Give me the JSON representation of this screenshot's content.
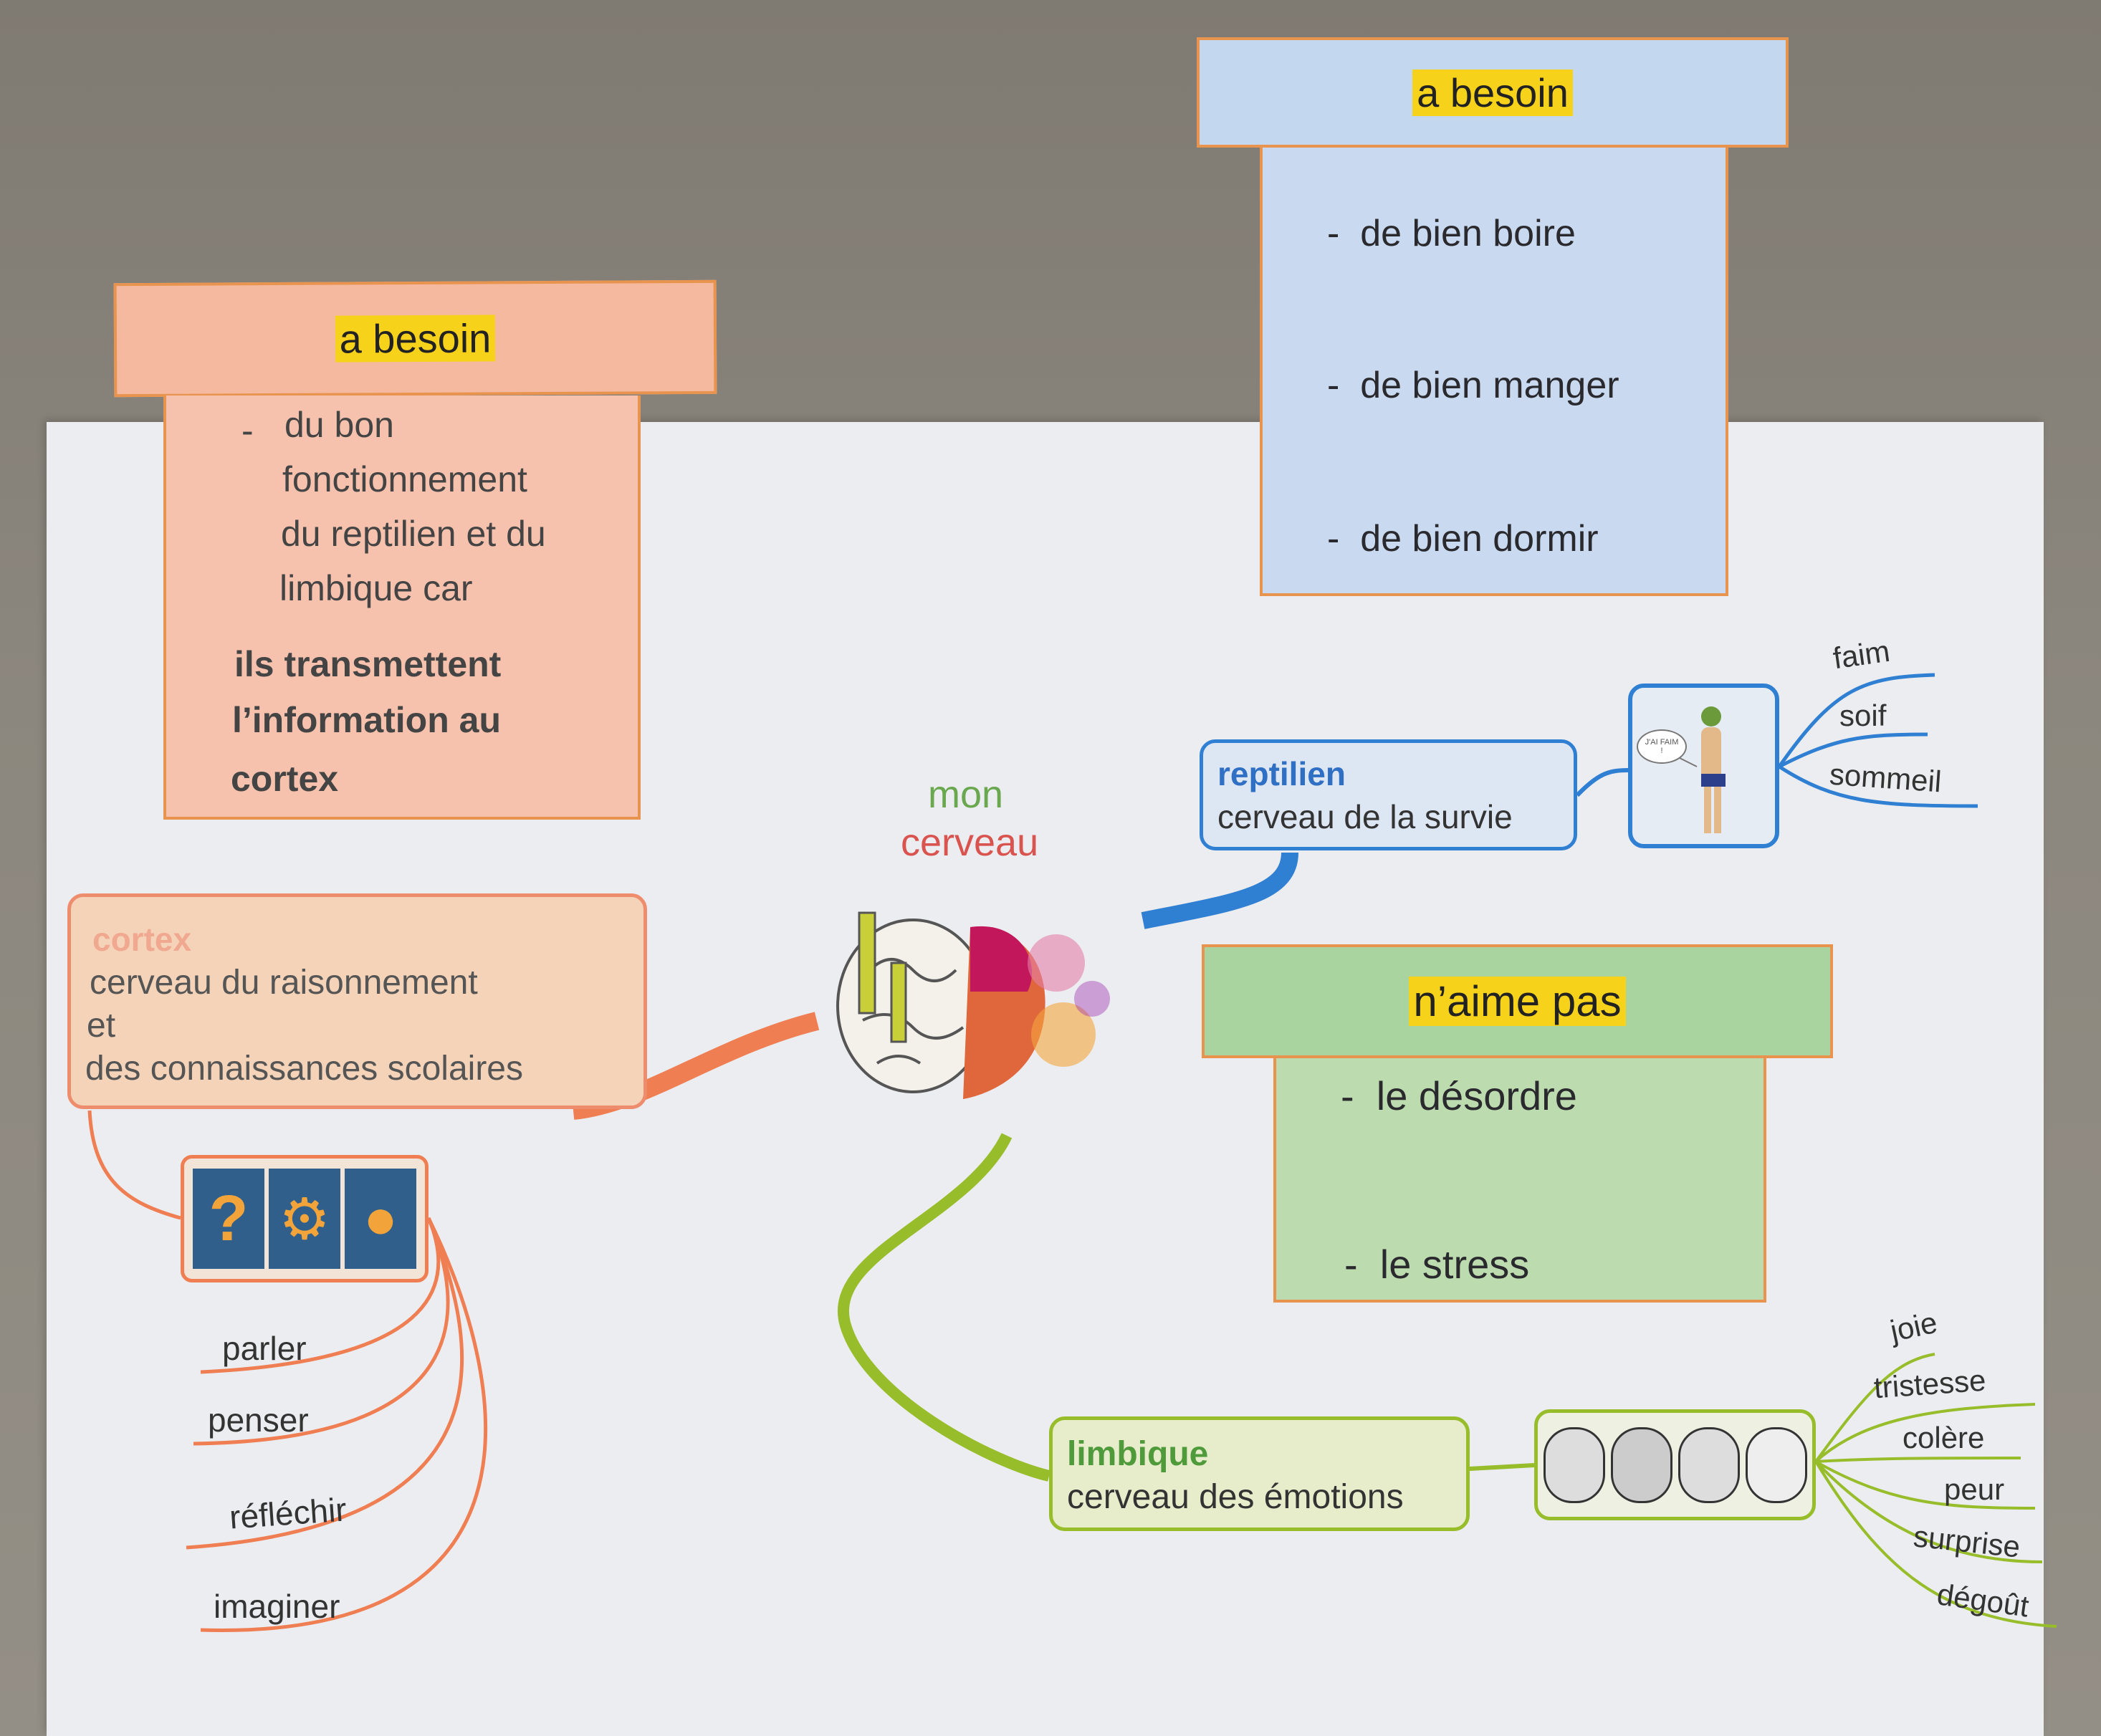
{
  "center": {
    "line1": "mon",
    "line2": "cerveau"
  },
  "cortex_needs": {
    "header": "a besoin",
    "item_dash": "-",
    "lines": [
      "du bon",
      "fonctionnement",
      "du reptilien et du",
      "limbique car"
    ],
    "bold_lines": [
      "ils transmettent",
      "l’information au",
      "cortex"
    ]
  },
  "reptilien_needs": {
    "header": "a besoin",
    "items": [
      "de bien boire",
      "de bien manger",
      "de bien dormir"
    ]
  },
  "limbique_dislikes": {
    "header": "n’aime pas",
    "items": [
      "le désordre",
      "le stress"
    ]
  },
  "cortex": {
    "title": "cortex",
    "lines": [
      "cerveau du raisonnement",
      "et",
      "des connaissances scolaires"
    ],
    "branches": [
      "parler",
      "penser",
      "réfléchir",
      "imaginer"
    ]
  },
  "reptilien": {
    "title": "reptilien",
    "subtitle": "cerveau de la survie",
    "speech": "J'AI FAIM !",
    "branches": [
      "faim",
      "soif",
      "sommeil"
    ]
  },
  "limbique": {
    "title": "limbique",
    "subtitle": "cerveau des émotions",
    "branches": [
      "joie",
      "tristesse",
      "colère",
      "peur",
      "surprise",
      "dégoût"
    ]
  },
  "colors": {
    "cortex": "#ef7e52",
    "reptilien": "#2f7fd3",
    "limbique": "#97bd2a",
    "salmon": "#f6c2ad",
    "blue": "#c9daf0",
    "green": "#bcdcb0"
  }
}
